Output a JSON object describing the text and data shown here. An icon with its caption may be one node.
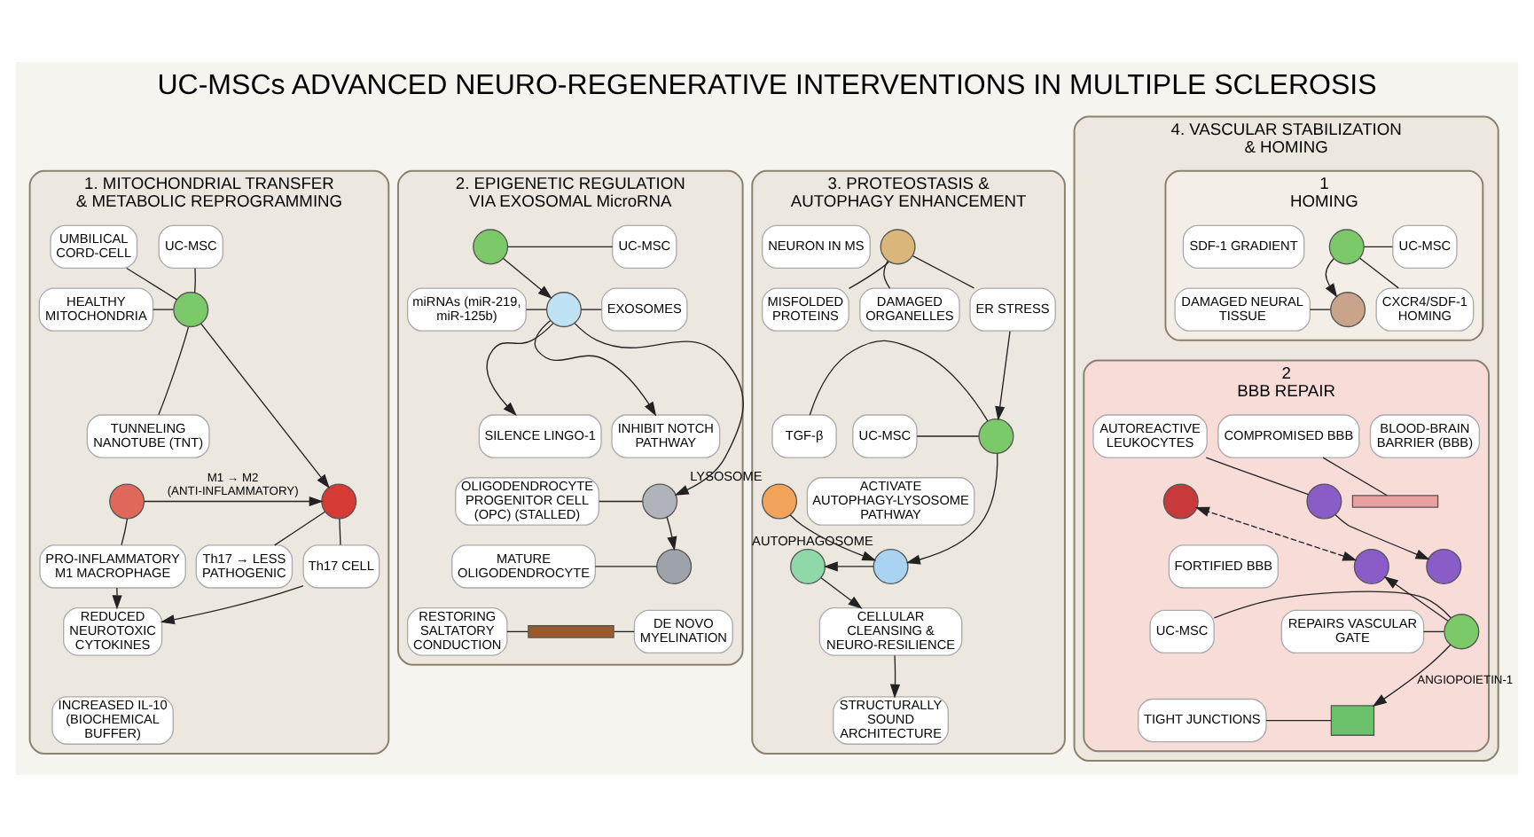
{
  "diagram": {
    "title": "UC-MSCs ADVANCED NEURO-REGENERATIVE INTERVENTIONS IN MULTIPLE SCLEROSIS",
    "nodes": [
      {
        "text": [
          "1. MITOCHONDRIAL TRANSFER & METABOLIC REPROGRAMMING"
        ]
      },
      {
        "text": [],
        "shape": "circle",
        "in": 0
      },
      {
        "text": [
          "UC-MSC"
        ],
        "in": 0
      },
      {
        "text": [
          "UMBILICAL CORD-CELL"
        ],
        "in": 0
      },
      {
        "text": [
          "HEALTHY MITOCHONDRIA"
        ],
        "in": 0
      },
      {
        "text": [
          "TUNNELING NANOTUBE (TNT)"
        ],
        "in": 0
      },
      {
        "text": [],
        "shape": "circle",
        "in": 0
      },
      {
        "text": [],
        "shape": "circle",
        "in": 0
      },
      {
        "text": [
          "PRO-INFLAMMATORY M1 MACROPHAGE"
        ],
        "in": 0
      },
      {
        "text": [
          "Th17 → LESS PATHOGENIC"
        ],
        "in": 0
      },
      {
        "text": [
          "Th17 CELL"
        ],
        "in": 0
      },
      {
        "text": [
          "REDUCED NEUROTOXIC CYTOKINES"
        ],
        "in": 0
      },
      {
        "text": [
          "INCREASED IL-10 (BIOCHEMICAL BUFFER)"
        ],
        "in": 0
      },
      {
        "text": [
          "2. EPIGENETIC REGULATION VIA EXOSOMAL MicroRNA"
        ]
      },
      {
        "text": [],
        "shape": "circle",
        "in": 13
      },
      {
        "text": [
          "UC-MSC"
        ],
        "in": 13
      },
      {
        "text": [
          "EXOSOMES"
        ],
        "in": 13
      },
      {
        "text": [],
        "shape": "circle",
        "in": 13
      },
      {
        "text": [
          "miRNAs (miR-219, miR-125b)"
        ],
        "in": 13
      },
      {
        "text": [
          "SILENCE LINGO-1"
        ],
        "in": 13
      },
      {
        "text": [
          "INHIBIT NOTCH PATHWAY"
        ],
        "in": 13
      },
      {
        "text": [],
        "shape": "circle",
        "in": 13
      },
      {
        "text": [
          "OLIGODENDROCYTE PROGENITOR CELL (OPC) (STALLED)"
        ],
        "in": 13
      },
      {
        "text": [],
        "shape": "circle",
        "in": 13
      },
      {
        "text": [
          "MATURE OLIGODENDROCYTE"
        ],
        "in": 13
      },
      {
        "text": [],
        "shape": "bar",
        "in": 13
      },
      {
        "text": [
          "DE NOVO MYELINATION"
        ],
        "in": 13
      },
      {
        "text": [
          "RESTORING SALTATORY CONDUCTION"
        ],
        "in": 13
      },
      {
        "text": [
          "3. PROTEOSTASIS & AUTOPHAGY ENHANCEMENT"
        ]
      },
      {
        "text": [],
        "shape": "circle",
        "in": 28
      },
      {
        "text": [
          "NEURON IN MS"
        ],
        "in": 28
      },
      {
        "text": [
          "MISFOLDED PROTEINS"
        ],
        "in": 28
      },
      {
        "text": [
          "DAMAGED ORGANELLES"
        ],
        "in": 28
      },
      {
        "text": [
          "ER STRESS"
        ],
        "in": 28
      },
      {
        "text": [],
        "shape": "circle",
        "in": 28
      },
      {
        "text": [
          "UC-MSC"
        ],
        "in": 28
      },
      {
        "text": [
          "TGF-β"
        ],
        "in": 28
      },
      {
        "text": [
          "ACTIVATE AUTOPHAGY-LYSOSOME PATHWAY"
        ],
        "in": 28
      },
      {
        "text": [],
        "shape": "circle",
        "in": 28,
        "beside": [
          "LYSOSOME"
        ]
      },
      {
        "text": [],
        "shape": "circle",
        "in": 28,
        "beside": [
          "AUTOPHAGOSOME"
        ]
      },
      {
        "text": [],
        "shape": "circle",
        "in": 28
      },
      {
        "text": [
          "CELLULAR CLEANSING & NEURO-RESILIENCE"
        ],
        "in": 28
      },
      {
        "text": [
          "STRUCTURALLY SOUND ARCHITECTURE"
        ],
        "in": 28
      },
      {
        "text": [
          "4. VASCULAR STABILIZATION & HOMING"
        ]
      },
      {
        "text": [
          "1",
          "HOMING"
        ],
        "in": 43
      },
      {
        "text": [],
        "shape": "circle",
        "in": 44
      },
      {
        "text": [
          "UC-MSC"
        ],
        "in": 44
      },
      {
        "text": [
          "SDF-1 GRADIENT"
        ],
        "in": 44
      },
      {
        "text": [],
        "shape": "circle",
        "in": 44
      },
      {
        "text": [
          "DAMAGED NEURAL TISSUE"
        ],
        "in": 44
      },
      {
        "text": [
          "CXCR4/SDF-1 HOMING"
        ],
        "in": 44
      },
      {
        "text": [
          "2",
          "BBB REPAIR"
        ],
        "in": 43
      },
      {
        "text": [
          "BLOOD-BRAIN BARRIER (BBB)"
        ],
        "in": 51
      },
      {
        "text": [],
        "shape": "bar",
        "in": 51
      },
      {
        "text": [
          "COMPROMISED BBB"
        ],
        "in": 51
      },
      {
        "text": [],
        "shape": "circle",
        "in": 51
      },
      {
        "text": [
          "AUTOREACTIVE LEUKOCYTES"
        ],
        "in": 51
      },
      {
        "text": [],
        "shape": "circle",
        "in": 51
      },
      {
        "text": [],
        "shape": "circle",
        "in": 51
      },
      {
        "text": [],
        "shape": "circle",
        "in": 51
      },
      {
        "text": [
          "FORTIFIED BBB"
        ],
        "in": 51
      },
      {
        "text": [
          "REPAIRS VASCULAR GATE"
        ],
        "in": 51
      },
      {
        "text": [],
        "shape": "circle",
        "in": 51
      },
      {
        "text": [
          "UC-MSC"
        ],
        "in": 51
      },
      {
        "text": [],
        "shape": "box",
        "in": 51
      },
      {
        "text": [
          "TIGHT JUNCTIONS"
        ],
        "in": 51
      }
    ],
    "edges": [
      {
        "from": 2,
        "to": 1,
        "arrow": "none"
      },
      {
        "from": 3,
        "to": 1,
        "arrow": "none"
      },
      {
        "from": 4,
        "to": 1,
        "arrow": "none"
      },
      {
        "from": 5,
        "to": 1,
        "arrow": "none"
      },
      {
        "from": 1,
        "to": 7,
        "arrow": "to"
      },
      {
        "from": 6,
        "to": 7,
        "arrow": "to",
        "label": "M1 → M2 (ANTI-INFLAMMATORY)"
      },
      {
        "from": 8,
        "to": 6,
        "arrow": "none"
      },
      {
        "from": 9,
        "to": 7,
        "arrow": "none"
      },
      {
        "from": 10,
        "to": 7,
        "arrow": "none"
      },
      {
        "from": 8,
        "to": 11,
        "arrow": "to"
      },
      {
        "from": 10,
        "to": 11,
        "arrow": "to"
      },
      {
        "from": 15,
        "to": 14,
        "arrow": "none"
      },
      {
        "from": 16,
        "to": 17,
        "arrow": "none"
      },
      {
        "from": 14,
        "to": 17,
        "arrow": "to"
      },
      {
        "from": 18,
        "to": 17,
        "arrow": "none"
      },
      {
        "from": 17,
        "to": 19,
        "arrow": "to"
      },
      {
        "from": 17,
        "to": 20,
        "arrow": "to"
      },
      {
        "from": 17,
        "to": 21,
        "arrow": "to"
      },
      {
        "from": 22,
        "to": 21,
        "arrow": "none"
      },
      {
        "from": 21,
        "to": 23,
        "arrow": "to"
      },
      {
        "from": 24,
        "to": 23,
        "arrow": "none"
      },
      {
        "from": 26,
        "to": 25,
        "arrow": "none"
      },
      {
        "from": 27,
        "to": 25,
        "arrow": "none"
      },
      {
        "from": 31,
        "to": 29,
        "arrow": "none"
      },
      {
        "from": 32,
        "to": 29,
        "arrow": "none"
      },
      {
        "from": 33,
        "to": 29,
        "arrow": "none"
      },
      {
        "from": 33,
        "to": 34,
        "arrow": "to"
      },
      {
        "from": 35,
        "to": 34,
        "arrow": "none"
      },
      {
        "from": 36,
        "to": 34,
        "arrow": "none"
      },
      {
        "from": 34,
        "to": 39,
        "arrow": "to"
      },
      {
        "from": 38,
        "to": 39,
        "arrow": "to"
      },
      {
        "from": 39,
        "to": 40,
        "arrow": "to"
      },
      {
        "from": 40,
        "to": 41,
        "arrow": "to"
      },
      {
        "from": 41,
        "to": 42,
        "arrow": "to"
      },
      {
        "from": 46,
        "to": 45,
        "arrow": "none"
      },
      {
        "from": 50,
        "to": 45,
        "arrow": "none"
      },
      {
        "from": 45,
        "to": 48,
        "arrow": "to"
      },
      {
        "from": 49,
        "to": 48,
        "arrow": "none"
      },
      {
        "from": 54,
        "to": 53,
        "arrow": "none"
      },
      {
        "from": 56,
        "to": 57,
        "arrow": "none"
      },
      {
        "from": 57,
        "to": 59,
        "arrow": "to"
      },
      {
        "from": 58,
        "to": 55,
        "arrow": "both",
        "style": "dashed"
      },
      {
        "from": 62,
        "to": 58,
        "arrow": "to"
      },
      {
        "from": 61,
        "to": 62,
        "arrow": "none"
      },
      {
        "from": 63,
        "to": 62,
        "arrow": "none"
      },
      {
        "from": 62,
        "to": 64,
        "arrow": "to",
        "label": "ANGIOPOIETIN-1"
      },
      {
        "from": 65,
        "to": 64,
        "arrow": "none"
      }
    ]
  }
}
